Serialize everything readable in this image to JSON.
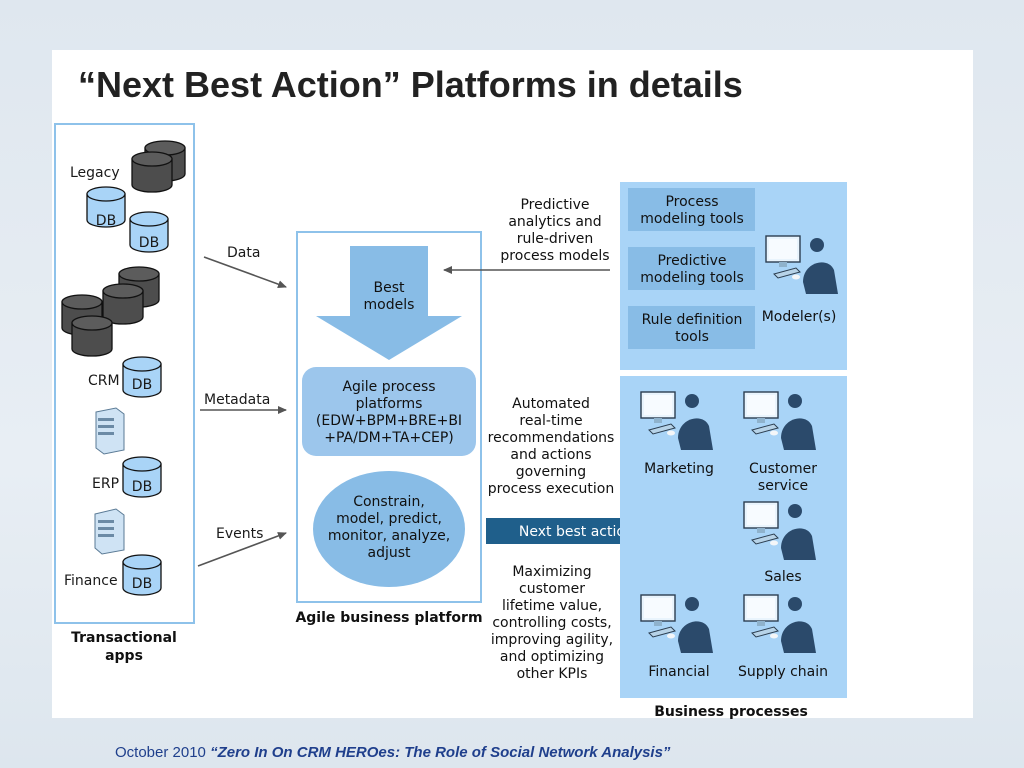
{
  "title": "“Next Best Action” Platforms in details",
  "footer": {
    "date": "October 2010",
    "quote": "“Zero In On CRM HEROes: The Role of Social Network Analysis”"
  },
  "left_panel": {
    "label_line1": "Transactional",
    "label_line2": "apps",
    "legacy_label": "Legacy",
    "crm_label": "CRM",
    "erp_label": "ERP",
    "finance_label": "Finance",
    "db_label": "DB"
  },
  "flows": {
    "data": "Data",
    "metadata": "Metadata",
    "events": "Events"
  },
  "platform": {
    "label": "Agile business platform",
    "best_models": [
      "Best",
      "models"
    ],
    "agile_process": [
      "Agile process",
      "platforms",
      "(EDW+BPM+BRE+BI",
      "+PA/DM+TA+CEP)"
    ],
    "constrain": [
      "Constrain,",
      "model, predict,",
      "monitor, analyze,",
      "adjust"
    ]
  },
  "middle_text": {
    "predictive": [
      "Predictive",
      "analytics and",
      "rule-driven",
      "process models"
    ],
    "automated": [
      "Automated",
      "real-time",
      "recommendations",
      "and actions",
      "governing",
      "process execution"
    ],
    "next_best_actions": "Next best actions",
    "maximizing": [
      "Maximizing",
      "customer",
      "lifetime value,",
      "controlling costs,",
      "improving agility,",
      "and optimizing",
      "other KPIs"
    ]
  },
  "modeler": {
    "process_tools": [
      "Process",
      "modeling tools"
    ],
    "predictive_tools": [
      "Predictive",
      "modeling tools"
    ],
    "rule_tools": [
      "Rule definition",
      "tools"
    ],
    "label": "Modeler(s)"
  },
  "business": {
    "label": "Business processes",
    "marketing": "Marketing",
    "customer_service": [
      "Customer",
      "service"
    ],
    "sales": "Sales",
    "financial": "Financial",
    "supply_chain": "Supply chain"
  },
  "colors": {
    "light_blue": "#a9d4f7",
    "mid_blue": "#88bce6",
    "box_blue": "#9cc6ec",
    "dark_blue": "#1f5f8b",
    "panel_border": "#8ec2ea",
    "cylinder_gray": "#4d4d4d"
  }
}
